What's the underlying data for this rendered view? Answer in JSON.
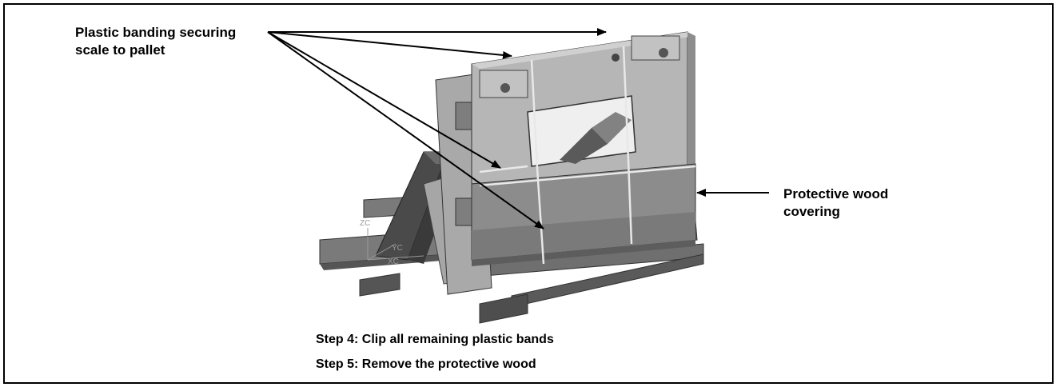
{
  "callouts": {
    "banding": "Plastic banding securing\nscale to pallet",
    "wood": "Protective wood\ncovering"
  },
  "steps": {
    "step4": "Step 4: Clip all remaining plastic bands",
    "step5": "Step 5: Remove the protective wood"
  },
  "axis_labels": {
    "xc": "XC",
    "yc": "YC",
    "zc": "ZC"
  },
  "colors": {
    "frame": "#000000",
    "metal_light": "#b9b9b9",
    "metal_mid": "#9c9c9c",
    "wood": "#8a8a8a",
    "wood_dark": "#6a6a6a",
    "dark_board": "#4a4a4a"
  }
}
